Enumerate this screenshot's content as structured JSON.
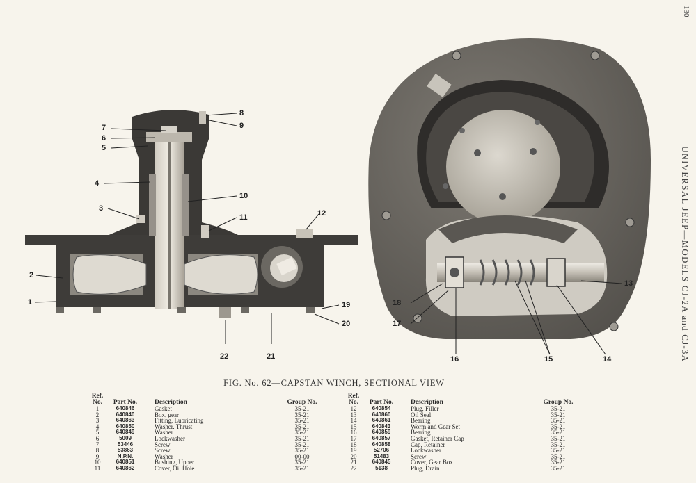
{
  "page_number": "130",
  "side_title": "UNIVERSAL JEEP—MODELS CJ-2A and CJ-3A",
  "caption": "FIG. No. 62—CAPSTAN WINCH, SECTIONAL VIEW",
  "callouts": {
    "c1": "1",
    "c2": "2",
    "c3": "3",
    "c4": "4",
    "c5": "5",
    "c6": "6",
    "c7": "7",
    "c8": "8",
    "c9": "9",
    "c10": "10",
    "c11": "11",
    "c12": "12",
    "c13": "13",
    "c14": "14",
    "c15": "15",
    "c16": "16",
    "c17": "17",
    "c18": "18",
    "c19": "19",
    "c20": "20",
    "c21": "21",
    "c22": "22"
  },
  "table_headers": {
    "ref_line1": "Ref.",
    "ref_line2": "No.",
    "part_no": "Part No.",
    "description": "Description",
    "group_no": "Group No."
  },
  "parts_left": [
    {
      "ref": "1",
      "part": "640846",
      "desc": "Gasket",
      "group": "35-21"
    },
    {
      "ref": "2",
      "part": "640840",
      "desc": "Box, gear",
      "group": "35-21"
    },
    {
      "ref": "3",
      "part": "640863",
      "desc": "Fitting, Lubricating",
      "group": "35-21"
    },
    {
      "ref": "4",
      "part": "640850",
      "desc": "Washer, Thrust",
      "group": "35-21"
    },
    {
      "ref": "5",
      "part": "640849",
      "desc": "Washer",
      "group": "35-21"
    },
    {
      "ref": "6",
      "part": "5009",
      "desc": "Lockwasher",
      "group": "35-21"
    },
    {
      "ref": "7",
      "part": "53446",
      "desc": "Screw",
      "group": "35-21"
    },
    {
      "ref": "8",
      "part": "53863",
      "desc": "Screw",
      "group": "35-21"
    },
    {
      "ref": "9",
      "part": "N.P.N.",
      "desc": "Washer",
      "group": "00-00"
    },
    {
      "ref": "10",
      "part": "640851",
      "desc": "Bushing, Upper",
      "group": "35-21"
    },
    {
      "ref": "11",
      "part": "640862",
      "desc": "Cover, Oil Hole",
      "group": "35-21"
    }
  ],
  "parts_right": [
    {
      "ref": "12",
      "part": "640854",
      "desc": "Plug, Filler",
      "group": "35-21"
    },
    {
      "ref": "13",
      "part": "640860",
      "desc": "Oil Seal",
      "group": "35-21"
    },
    {
      "ref": "14",
      "part": "640861",
      "desc": "Bearing",
      "group": "35-21"
    },
    {
      "ref": "15",
      "part": "640843",
      "desc": "Worm and Gear Set",
      "group": "35-21"
    },
    {
      "ref": "16",
      "part": "640859",
      "desc": "Bearing",
      "group": "35-21"
    },
    {
      "ref": "17",
      "part": "640857",
      "desc": "Gasket, Retainer Cap",
      "group": "35-21"
    },
    {
      "ref": "18",
      "part": "640858",
      "desc": "Cap, Retainer",
      "group": "35-21"
    },
    {
      "ref": "19",
      "part": "52706",
      "desc": "Lockwasher",
      "group": "35-21"
    },
    {
      "ref": "20",
      "part": "51483",
      "desc": "Screw",
      "group": "35-21"
    },
    {
      "ref": "21",
      "part": "640845",
      "desc": "Cover, Gear Box",
      "group": "35-21"
    },
    {
      "ref": "22",
      "part": "5138",
      "desc": "Plug, Drain",
      "group": "35-21"
    }
  ]
}
